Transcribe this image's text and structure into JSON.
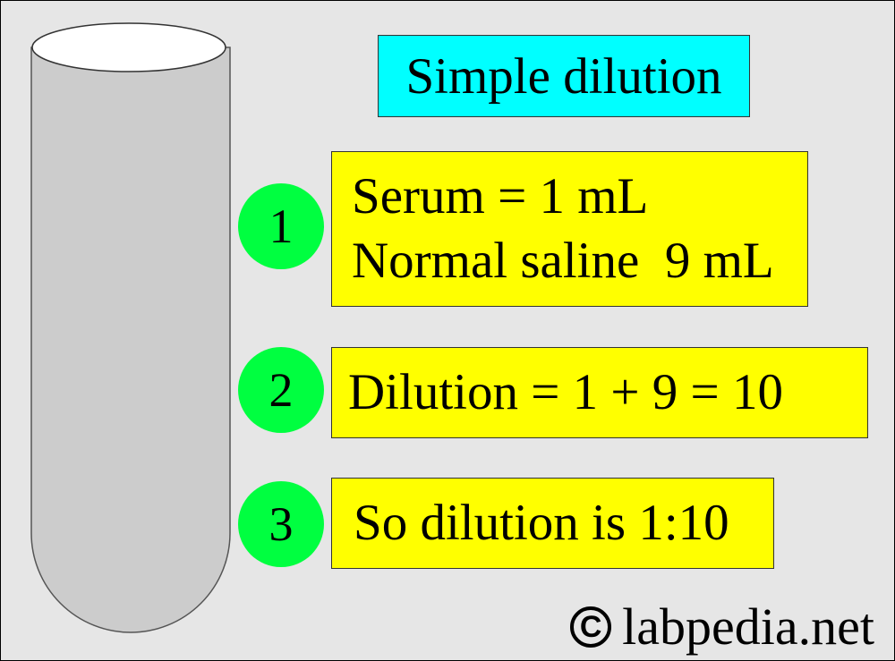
{
  "title": "Simple dilution",
  "steps": [
    {
      "number": "1",
      "lines": [
        "Serum = 1 mL",
        "Normal saline  9 mL"
      ]
    },
    {
      "number": "2",
      "lines": [
        "Dilution = 1 + 9 = 10"
      ]
    },
    {
      "number": "3",
      "lines": [
        "So dilution is 1:10"
      ]
    }
  ],
  "watermark": {
    "symbol": "C",
    "text": "labpedia.net"
  },
  "colors": {
    "background": "#e6e6e6",
    "title_fill": "#00ffff",
    "step_fill": "#ffff00",
    "circle_fill": "#00ff40",
    "tube_fill": "#cccccc"
  }
}
